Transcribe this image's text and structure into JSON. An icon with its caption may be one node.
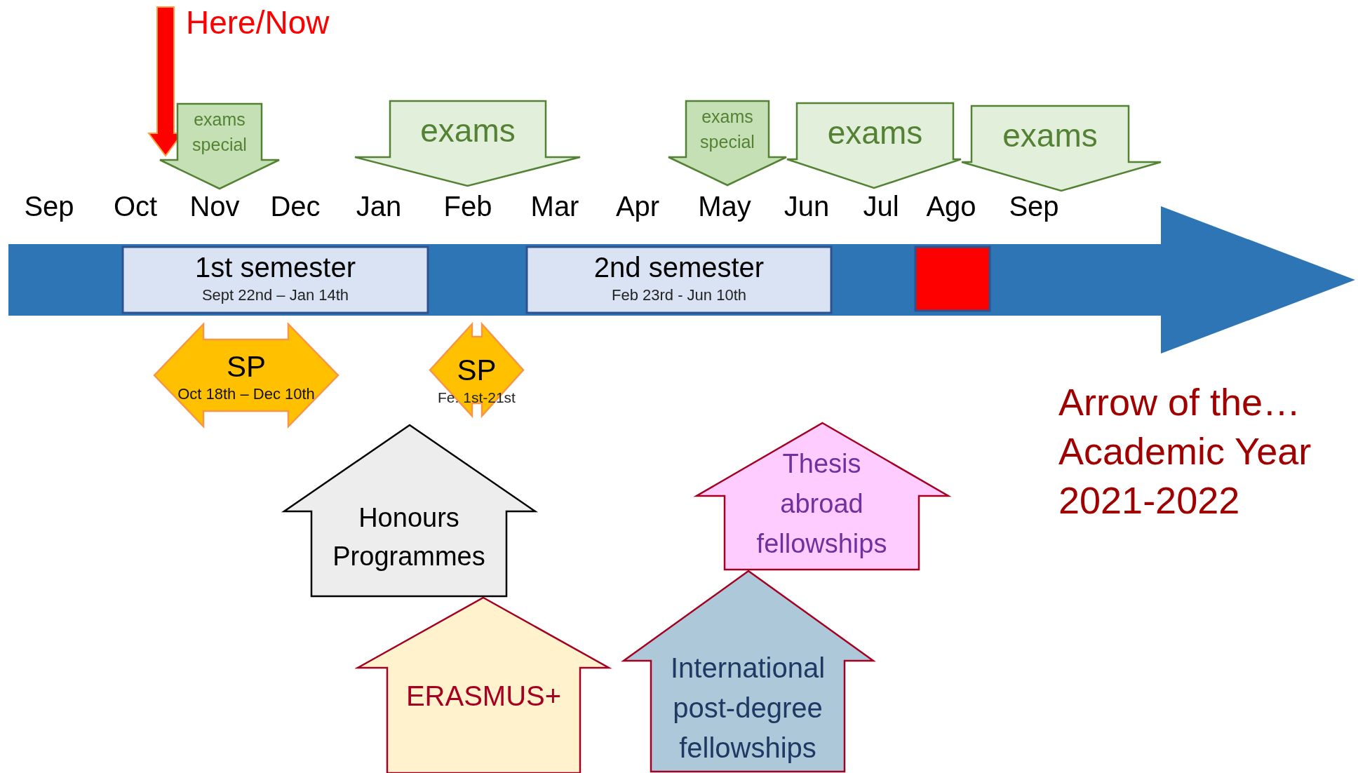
{
  "diagram": {
    "nodes": [
      {
        "text": [
          "exams special"
        ]
      },
      {
        "text": [
          "exams"
        ]
      },
      {
        "text": [
          "exams special"
        ]
      },
      {
        "text": [
          "exams"
        ]
      },
      {
        "text": [
          "exams"
        ]
      },
      {
        "text": [],
        "shape": "arrow"
      },
      {
        "text": [
          "1st semester",
          "Sept 22nd – Jan 14th"
        ],
        "in": 5
      },
      {
        "text": [
          "2nd semester",
          "Feb 23rd - Jun 10th"
        ],
        "in": 5
      },
      {
        "text": [],
        "shape": "box",
        "in": 5
      },
      {
        "text": [
          "SP",
          "Oct 18th – Dec 10th"
        ]
      },
      {
        "text": [
          "SP",
          "Fe. 1st-21st"
        ]
      },
      {
        "text": [
          "Honours Programmes"
        ]
      },
      {
        "text": [
          "Thesis abroad fellowships"
        ]
      },
      {
        "text": [
          "ERASMUS+"
        ]
      },
      {
        "text": [
          "International post-degree fellowships"
        ]
      }
    ],
    "labels": [
      "Here/Now",
      "Sep",
      "Oct",
      "Nov",
      "Dec",
      "Jan",
      "Feb",
      "Mar",
      "Apr",
      "May",
      "Jun",
      "Jul",
      "Ago",
      "Sep",
      "Arrow of the… Academic Year 2021-2022"
    ]
  }
}
